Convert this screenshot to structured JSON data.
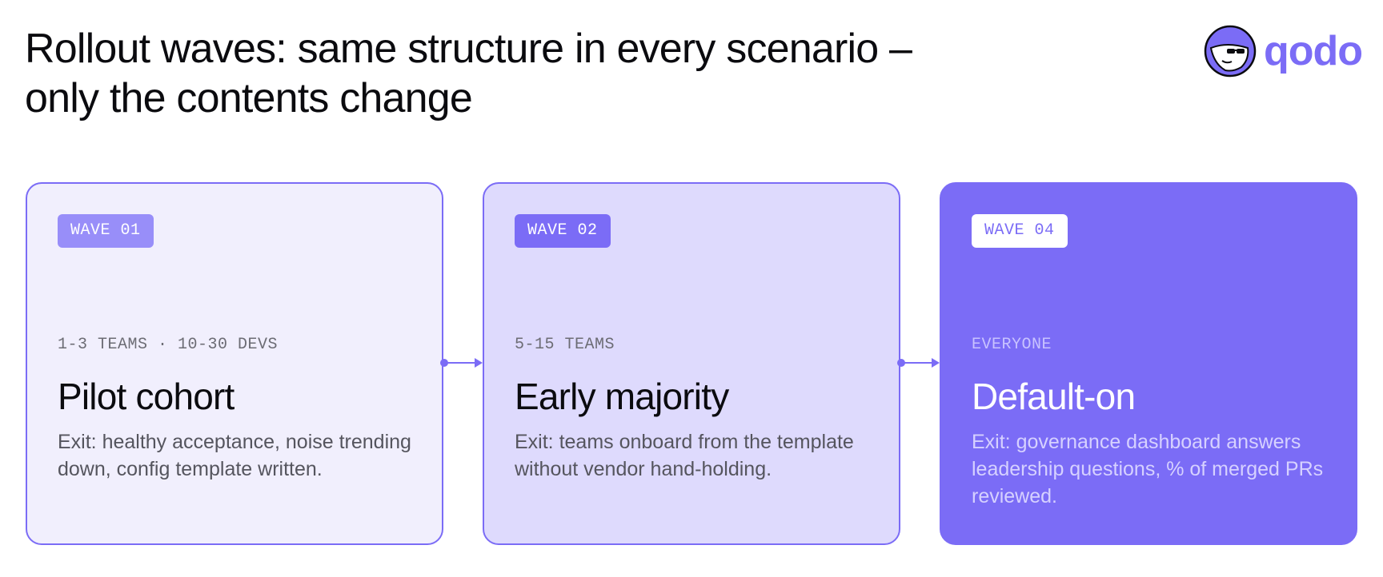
{
  "header": {
    "title": "Rollout waves: same structure in every scenario – only the contents change"
  },
  "logo": {
    "wordmark": "qodo",
    "icon": "badger-mascot-icon"
  },
  "colors": {
    "accent": "#7b6cf6",
    "wave1_bg": "#f1effd",
    "wave2_bg": "#dedafd",
    "wave4_bg": "#7b6cf6"
  },
  "waves": [
    {
      "badge": "WAVE 01",
      "scope": "1-3 TEAMS · 10-30 DEVS",
      "name": "Pilot cohort",
      "exit": "Exit: healthy acceptance, noise trending down, config template written."
    },
    {
      "badge": "WAVE 02",
      "scope": "5-15 TEAMS",
      "name": "Early majority",
      "exit": "Exit: teams onboard from the template without vendor hand-holding."
    },
    {
      "badge": "WAVE 04",
      "scope": "EVERYONE",
      "name": "Default-on",
      "exit": "Exit: governance dashboard answers leadership questions, % of merged PRs reviewed."
    }
  ]
}
